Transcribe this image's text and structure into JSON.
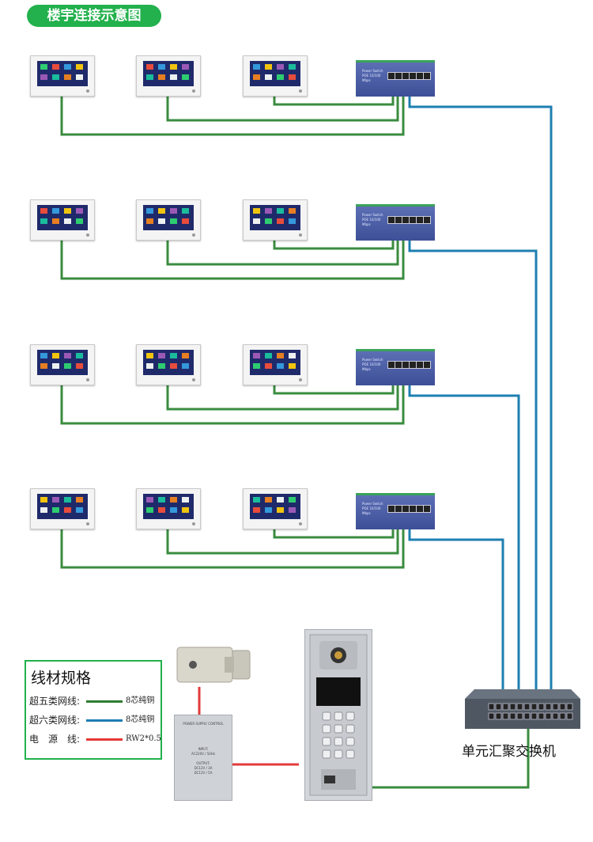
{
  "title": "楼宇连接示意图",
  "floors": [
    {
      "monitors": 3,
      "switch": "access-switch"
    },
    {
      "monitors": 3,
      "switch": "access-switch"
    },
    {
      "monitors": 3,
      "switch": "access-switch"
    },
    {
      "monitors": 3,
      "switch": "access-switch"
    }
  ],
  "access_switch_text": {
    "line1": "Power Switch",
    "line2": "POE 10/100 Mbps"
  },
  "legend": {
    "title": "线材规格",
    "rows": [
      {
        "label": "超五类网线:",
        "spec": "8芯纯铜",
        "color": "#2e7d32"
      },
      {
        "label": "超六类网线:",
        "spec": "8芯纯铜",
        "color": "#1e7db3"
      },
      {
        "label": "电　源　线:",
        "spec": "RW2*0.5",
        "color": "#e53935"
      }
    ]
  },
  "psu": {
    "heading": "POWER SUPPLY CONTROL",
    "input_label": "INPUT:",
    "input_value": "AC220V / 50Hz",
    "output_label": "OUTPUT:",
    "output_1": "DC12V / 3A",
    "output_2": "DC12V / 5A"
  },
  "core_switch_label": "单元汇聚交换机",
  "colors": {
    "green_wire": "#3a8c3f",
    "blue_wire": "#1e7fb0",
    "red_wire": "#e23b3b",
    "accent": "#22b14c"
  }
}
